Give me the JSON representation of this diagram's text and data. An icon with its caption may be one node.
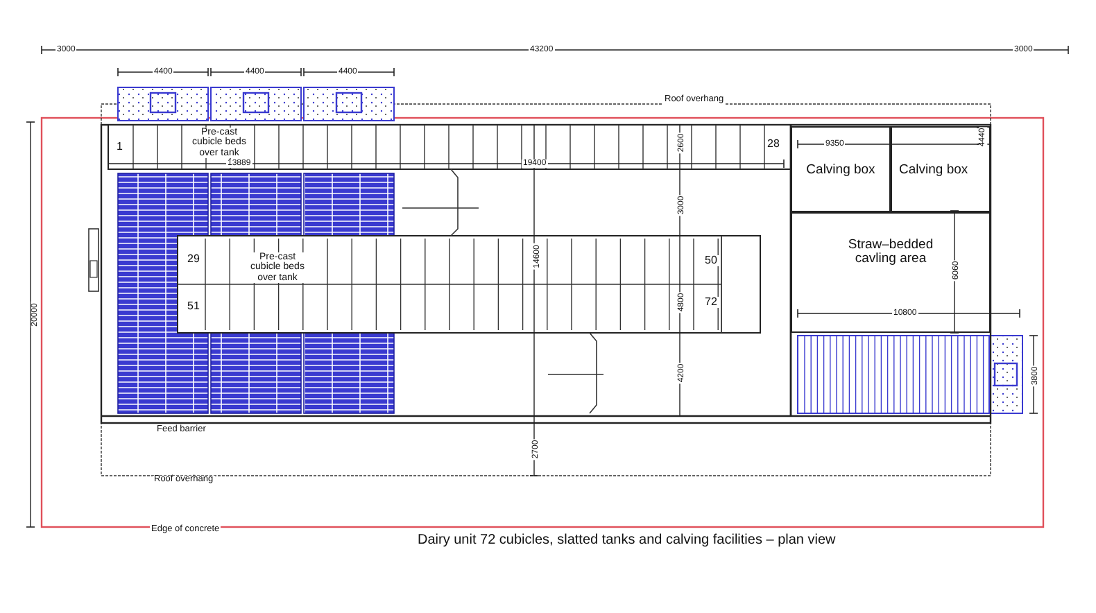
{
  "diagram": {
    "caption": "Dairy unit 72 cubicles, slatted tanks and calving facilities – plan view",
    "nodes": [
      {
        "text": [
          "Calving box"
        ]
      },
      {
        "text": [
          "Calving box"
        ]
      },
      {
        "text": [
          "Straw–bedded cavling area"
        ]
      }
    ],
    "labels": [
      "3000",
      "43200",
      "3000",
      "4400",
      "4400",
      "4400",
      "Roof overhang",
      "1",
      "Pre-cast cubicle beds over tank",
      "13889",
      "19400",
      "2600",
      "28",
      "9350",
      "4440",
      "3000",
      "20000",
      "29",
      "Pre-cast cubicle beds over tank",
      "14600",
      "4800",
      "50",
      "51",
      "72",
      "6060",
      "10800",
      "4200",
      "3800",
      "Feed barrier",
      "2700",
      "Roof overhang",
      "Edge of concrete"
    ]
  }
}
